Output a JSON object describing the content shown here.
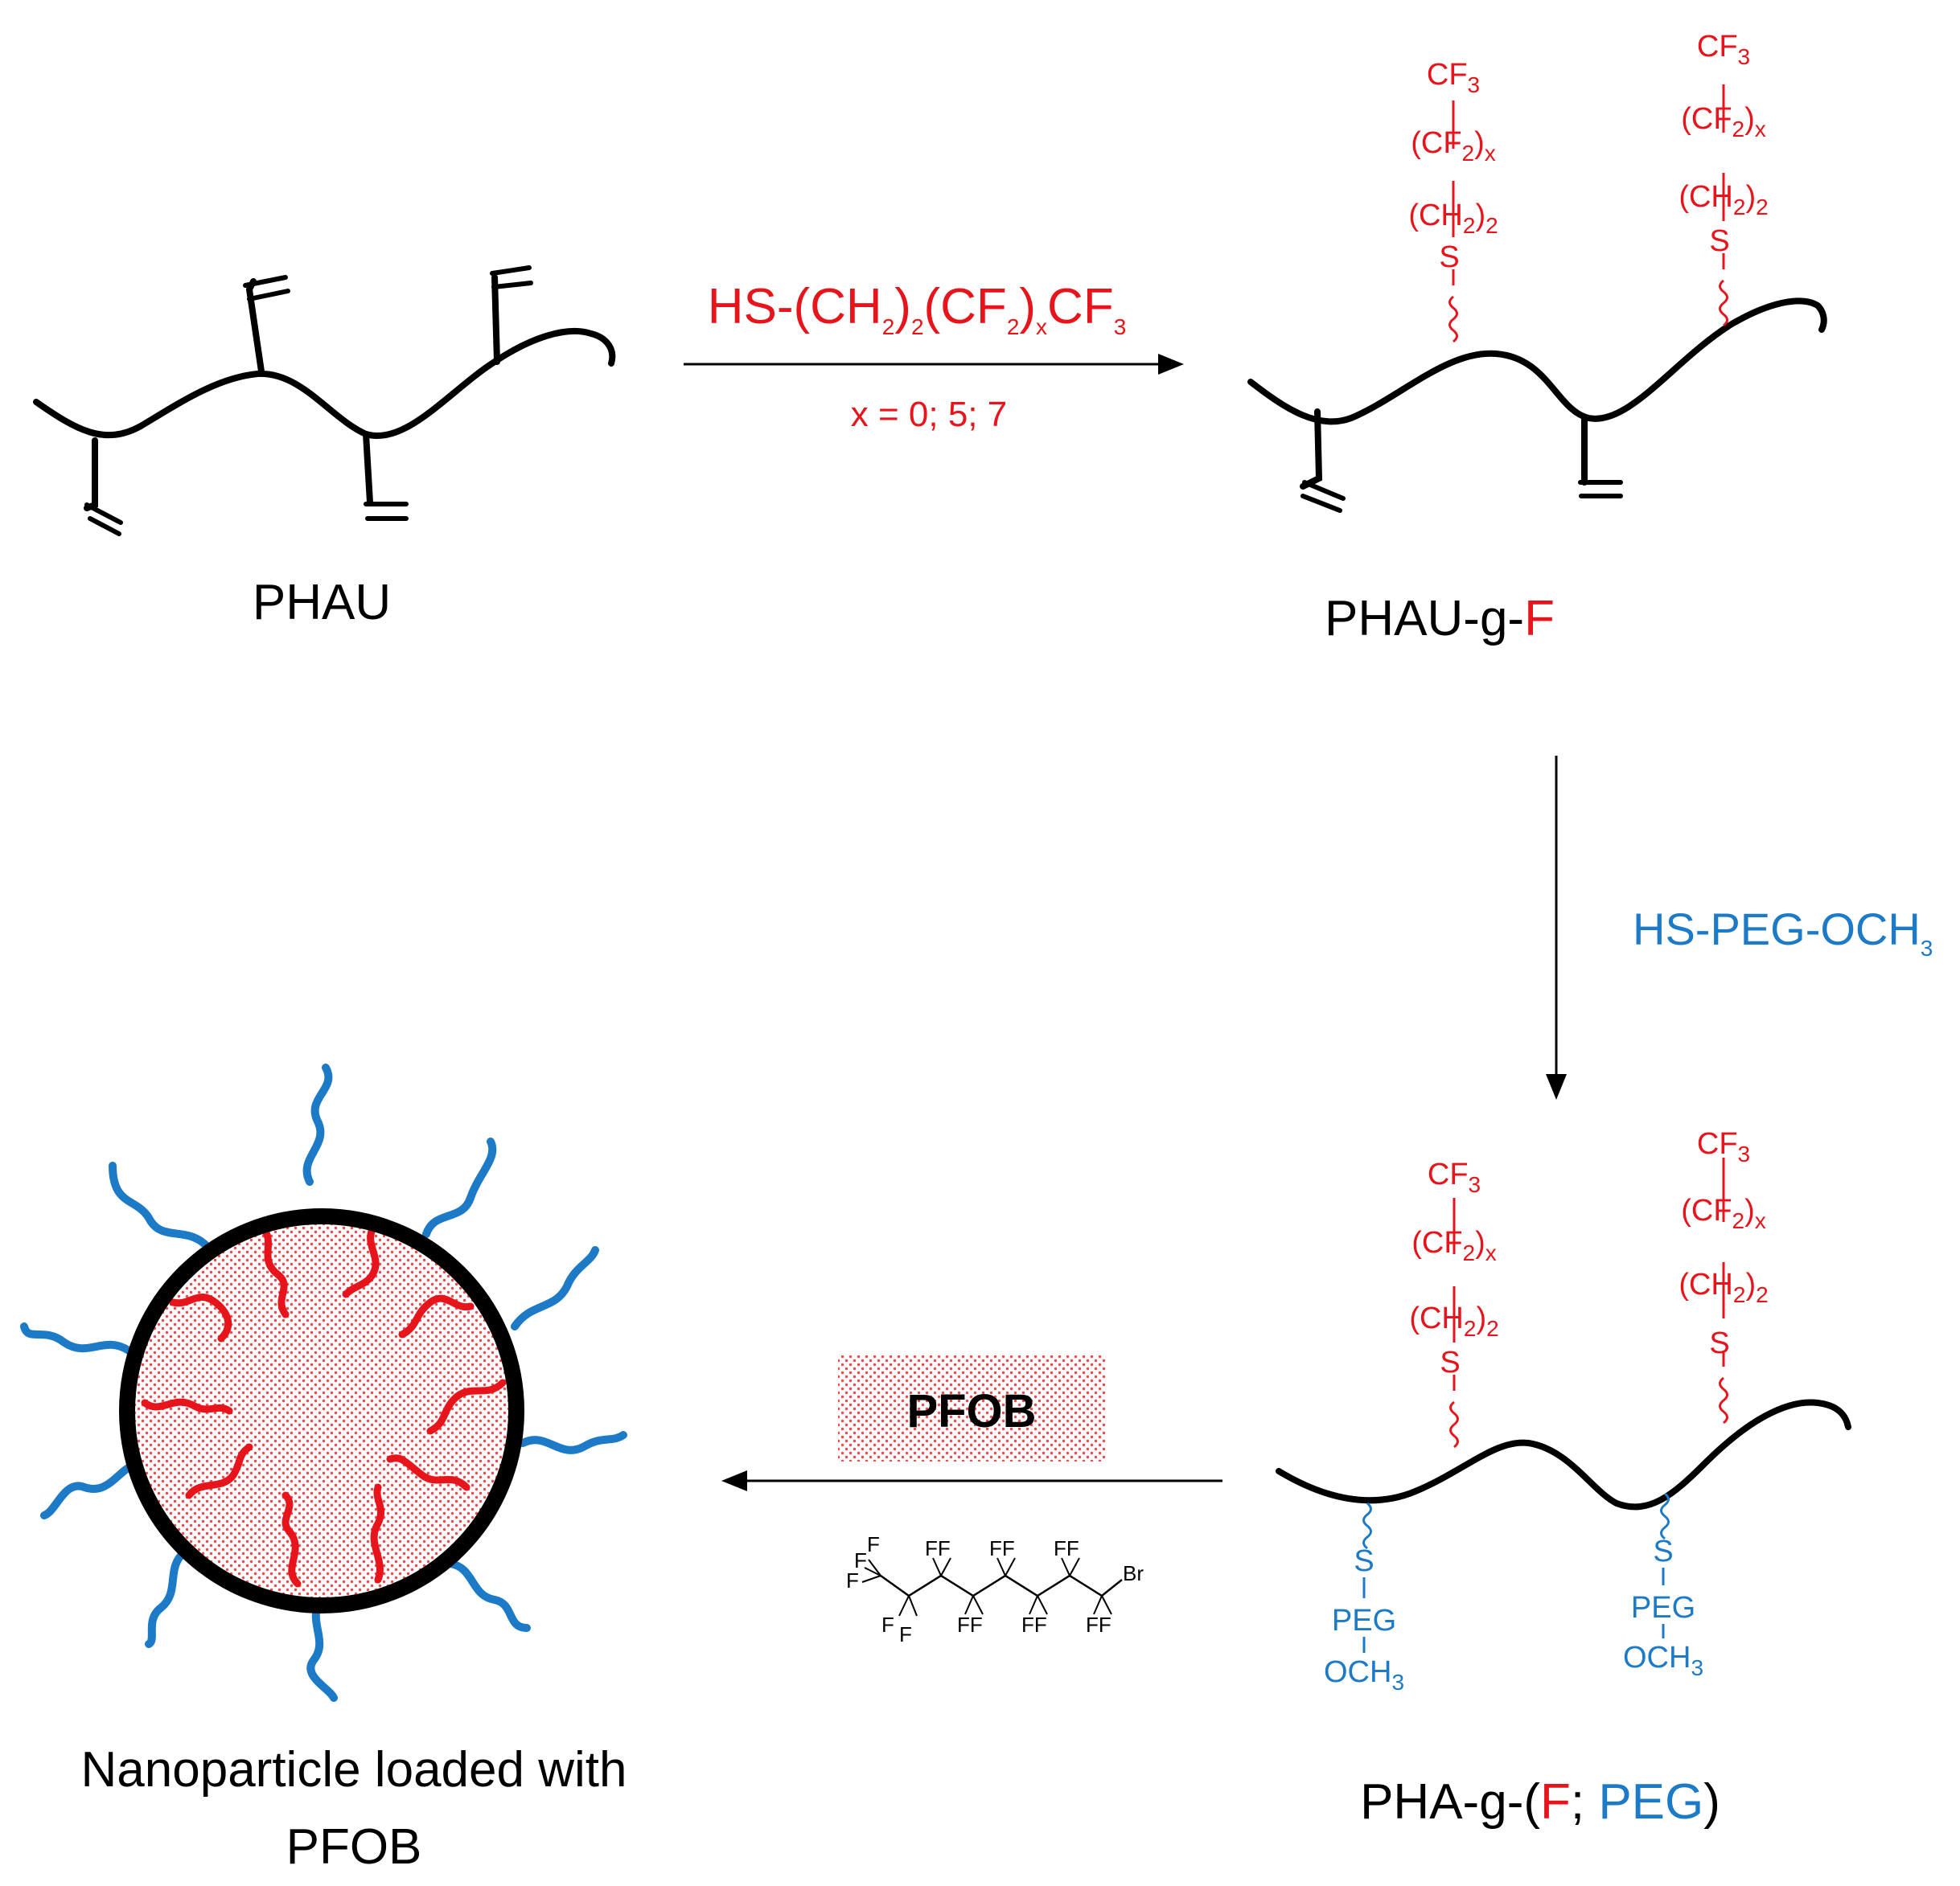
{
  "colors": {
    "fluoro": "#e8141b",
    "peg": "#1c7ac6",
    "backbone": "#000000"
  },
  "labels": {
    "phau": "PHAU",
    "phau_gf_prefix": "PHAU-g-",
    "phau_gf_f": "F",
    "pha_g_prefix": "PHA-g-(",
    "pha_g_f": "F",
    "pha_g_sep": "; ",
    "pha_g_peg": "PEG",
    "pha_g_close": ")",
    "nanoparticle_line1": "Nanoparticle loaded with",
    "nanoparticle_line2": "PFOB"
  },
  "reagent1": {
    "a": "HS-(CH",
    "b": "2",
    "c": ")",
    "d": "2",
    "e": "(CF",
    "f": "2",
    "g": ")",
    "h": "x",
    "i": "CF",
    "j": "3",
    "condition": "x = 0; 5; 7"
  },
  "reagent2": {
    "main": "HS-PEG-OCH",
    "sub": "3"
  },
  "pfob": {
    "label": "PFOB",
    "atom_f": "F",
    "atom_ff": "FF",
    "atom_br": "Br"
  },
  "chain_f": {
    "cf3": "CF",
    "cf3_sub": "3",
    "cf2_open": "(CF",
    "cf2_sub": "2",
    "cf2_close": ")",
    "cf2_x": "x",
    "ch2_open": "(CH",
    "ch2_sub": "2",
    "ch2_close": ")",
    "ch2_n": "2",
    "s": "S"
  },
  "chain_peg": {
    "s": "S",
    "peg": "PEG",
    "och": "OCH",
    "och_sub": "3"
  }
}
